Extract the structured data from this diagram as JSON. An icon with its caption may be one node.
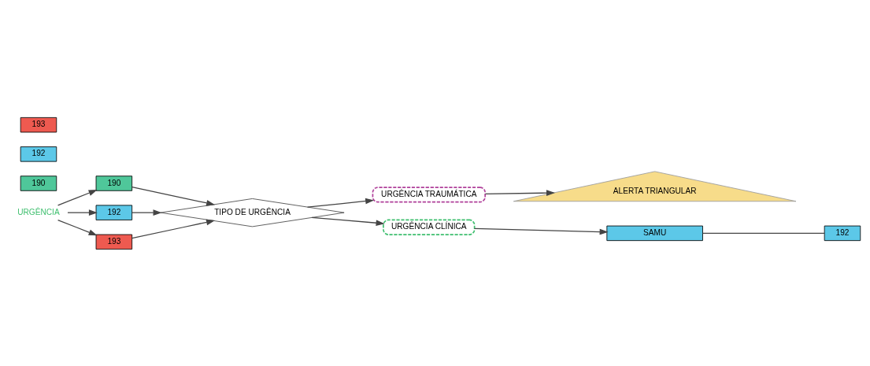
{
  "diagram": {
    "nodes": [
      {
        "text": [
          "URGÊNCIA"
        ]
      },
      {
        "text": [
          "190"
        ]
      },
      {
        "text": [
          "192"
        ]
      },
      {
        "text": [
          "193"
        ]
      },
      {
        "text": [
          "TIPO DE URGÊNCIA"
        ]
      },
      {
        "text": [
          "URGÊNCIA TRAUMÁTICA"
        ]
      },
      {
        "text": [
          "URGÊNCIA CLÍNICA"
        ]
      },
      {
        "text": [
          "ALERTA TRIANGULAR"
        ]
      },
      {
        "text": [
          "190"
        ]
      },
      {
        "text": [
          "192"
        ]
      },
      {
        "text": [
          "193"
        ]
      },
      {
        "text": [
          "SAMU"
        ]
      },
      {
        "text": [
          "192"
        ]
      }
    ],
    "edges": [
      {
        "from": 0,
        "to": 1,
        "arrow": "to"
      },
      {
        "from": 0,
        "to": 2,
        "arrow": "to"
      },
      {
        "from": 0,
        "to": 3,
        "arrow": "to"
      },
      {
        "from": 1,
        "to": 4,
        "arrow": "to"
      },
      {
        "from": 2,
        "to": 4,
        "arrow": "to"
      },
      {
        "from": 3,
        "to": 4,
        "arrow": "to"
      },
      {
        "from": 4,
        "to": 5,
        "arrow": "to"
      },
      {
        "from": 4,
        "to": 6,
        "arrow": "to"
      },
      {
        "from": 5,
        "to": 7,
        "arrow": "to"
      },
      {
        "from": 6,
        "to": 11,
        "arrow": "to"
      },
      {
        "from": 11,
        "to": 12,
        "arrow": "none"
      }
    ]
  }
}
